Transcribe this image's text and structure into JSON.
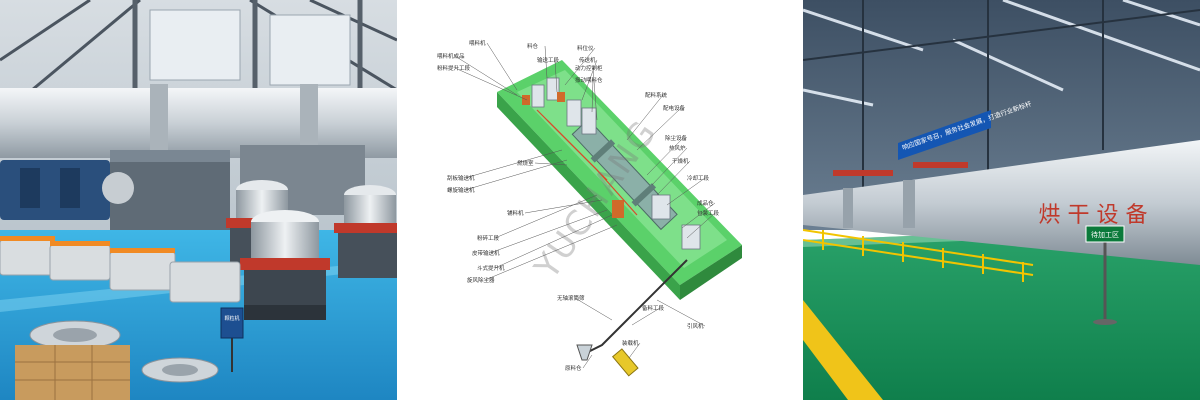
{
  "panel1": {
    "floor_sign": "颗粒机"
  },
  "panel2": {
    "watermark": "YUCHANG",
    "labels": [
      "喂料机",
      "料仓",
      "料位仪",
      "传送机",
      "喂料机成品",
      "粉料提升工段",
      "动力控制柜",
      "振动喂料仓",
      "输送工段",
      "配料系统",
      "配电设备",
      "除尘设备",
      "热风炉",
      "干燥机",
      "冷却工段",
      "成品仓",
      "包装工段",
      "刮板输送机",
      "螺旋输送机",
      "粉碎工段",
      "皮带输送机",
      "斗式提升机",
      "旋风除尘器",
      "无轴滚筒筛",
      "原料仓",
      "装载机",
      "备料工段",
      "燃烧室",
      "铺料机",
      "引风机"
    ]
  },
  "panel3": {
    "banner": "响应国家号召，服务社会发展，打造行业新标杆",
    "drum_text": "烘 干 设 备",
    "floor_sign": "待加工区"
  }
}
